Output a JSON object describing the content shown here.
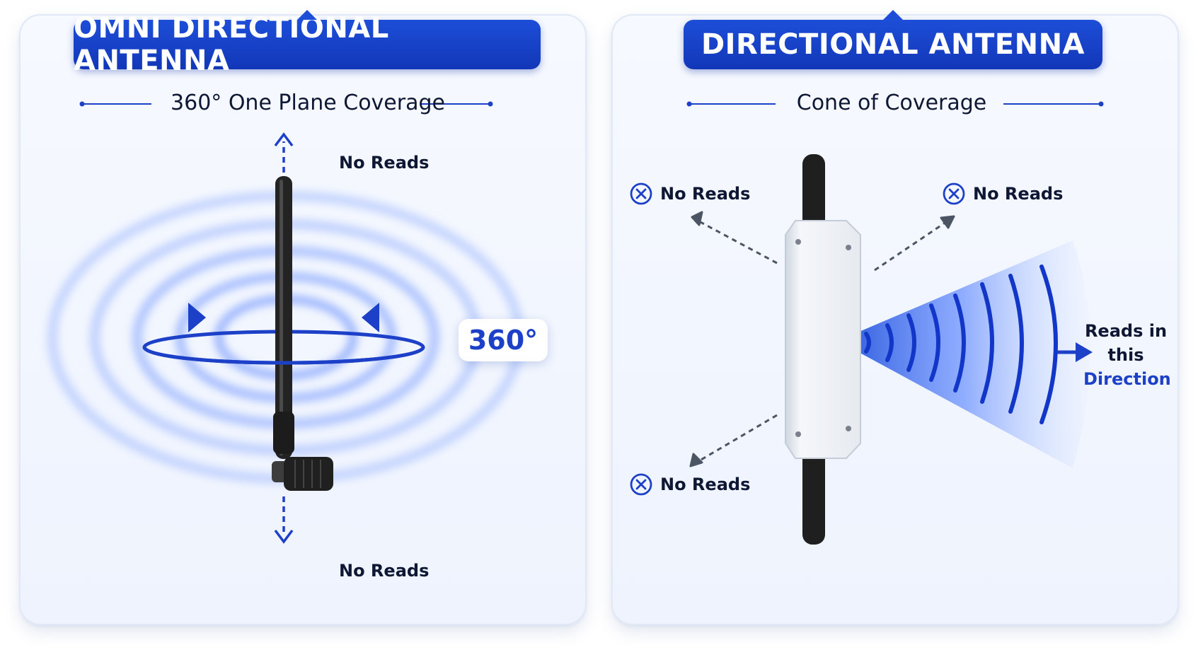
{
  "left_panel": {
    "title": "OMNI DIRECTIONAL ANTENNA",
    "subtitle": "360° One Plane Coverage",
    "top_label": "No Reads",
    "bottom_label": "No Reads",
    "rotation_badge": "360°"
  },
  "right_panel": {
    "title": "DIRECTIONAL ANTENNA",
    "subtitle": "Cone of Coverage",
    "labels": {
      "top_left": "No Reads",
      "top_right": "No Reads",
      "bottom_left": "No Reads"
    },
    "reads_direction": {
      "line1": "Reads in",
      "line2": "this",
      "line3": "Direction"
    }
  },
  "colors": {
    "accent": "#1d4ed8",
    "text": "#0e1733",
    "background": "#f3f7ff"
  },
  "icons": [
    "x-circle-icon",
    "dashed-arrow-icon",
    "rotation-arrow-icon",
    "signal-wave-icon"
  ]
}
